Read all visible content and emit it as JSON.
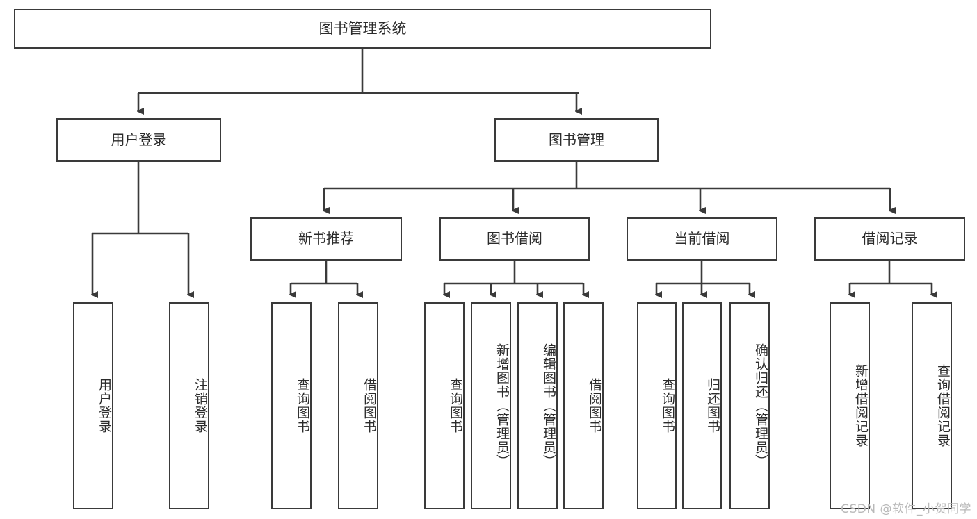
{
  "diagram": {
    "type": "tree",
    "title": "图书管理系统",
    "watermark": "CSDN @软件_小贺同学",
    "colors": {
      "box_border": "#3a3a3a",
      "box_fill": "#ffffff",
      "edge": "#3a3a3a",
      "text": "#2b2b2b",
      "background": "#ffffff",
      "watermark": "#b9b9b9"
    },
    "nodes": {
      "root": {
        "label": "图书管理系统"
      },
      "user_login": {
        "label": "用户登录"
      },
      "book_manage": {
        "label": "图书管理"
      },
      "new_book_rec": {
        "label": "新书推荐"
      },
      "book_borrow": {
        "label": "图书借阅"
      },
      "current_borrow": {
        "label": "当前借阅"
      },
      "borrow_record": {
        "label": "借阅记录"
      },
      "leaf_user_login": {
        "label": "用户登录"
      },
      "leaf_user_logout": {
        "label": "注销登录"
      },
      "leaf_query_book_1": {
        "label": "查询图书"
      },
      "leaf_borrow_book_1": {
        "label": "借阅图书"
      },
      "leaf_query_book_2": {
        "label": "查询图书"
      },
      "leaf_add_book": {
        "label": "新增图书（管理员）"
      },
      "leaf_edit_book": {
        "label": "编辑图书（管理员）"
      },
      "leaf_borrow_book_2": {
        "label": "借阅图书"
      },
      "leaf_query_book_3": {
        "label": "查询图书"
      },
      "leaf_return_book": {
        "label": "归还图书"
      },
      "leaf_confirm_return": {
        "label": "确认归还（管理员）"
      },
      "leaf_add_record": {
        "label": "新增借阅记录"
      },
      "leaf_query_record": {
        "label": "查询借阅记录"
      }
    },
    "edges": [
      {
        "from": "root",
        "to": "user_login"
      },
      {
        "from": "root",
        "to": "book_manage"
      },
      {
        "from": "user_login",
        "to": "leaf_user_login"
      },
      {
        "from": "user_login",
        "to": "leaf_user_logout"
      },
      {
        "from": "book_manage",
        "to": "new_book_rec"
      },
      {
        "from": "book_manage",
        "to": "book_borrow"
      },
      {
        "from": "book_manage",
        "to": "current_borrow"
      },
      {
        "from": "book_manage",
        "to": "borrow_record"
      },
      {
        "from": "new_book_rec",
        "to": "leaf_query_book_1"
      },
      {
        "from": "new_book_rec",
        "to": "leaf_borrow_book_1"
      },
      {
        "from": "book_borrow",
        "to": "leaf_query_book_2"
      },
      {
        "from": "book_borrow",
        "to": "leaf_add_book"
      },
      {
        "from": "book_borrow",
        "to": "leaf_edit_book"
      },
      {
        "from": "book_borrow",
        "to": "leaf_borrow_book_2"
      },
      {
        "from": "current_borrow",
        "to": "leaf_query_book_3"
      },
      {
        "from": "current_borrow",
        "to": "leaf_return_book"
      },
      {
        "from": "current_borrow",
        "to": "leaf_confirm_return"
      },
      {
        "from": "borrow_record",
        "to": "leaf_add_record"
      },
      {
        "from": "borrow_record",
        "to": "leaf_query_record"
      }
    ]
  }
}
